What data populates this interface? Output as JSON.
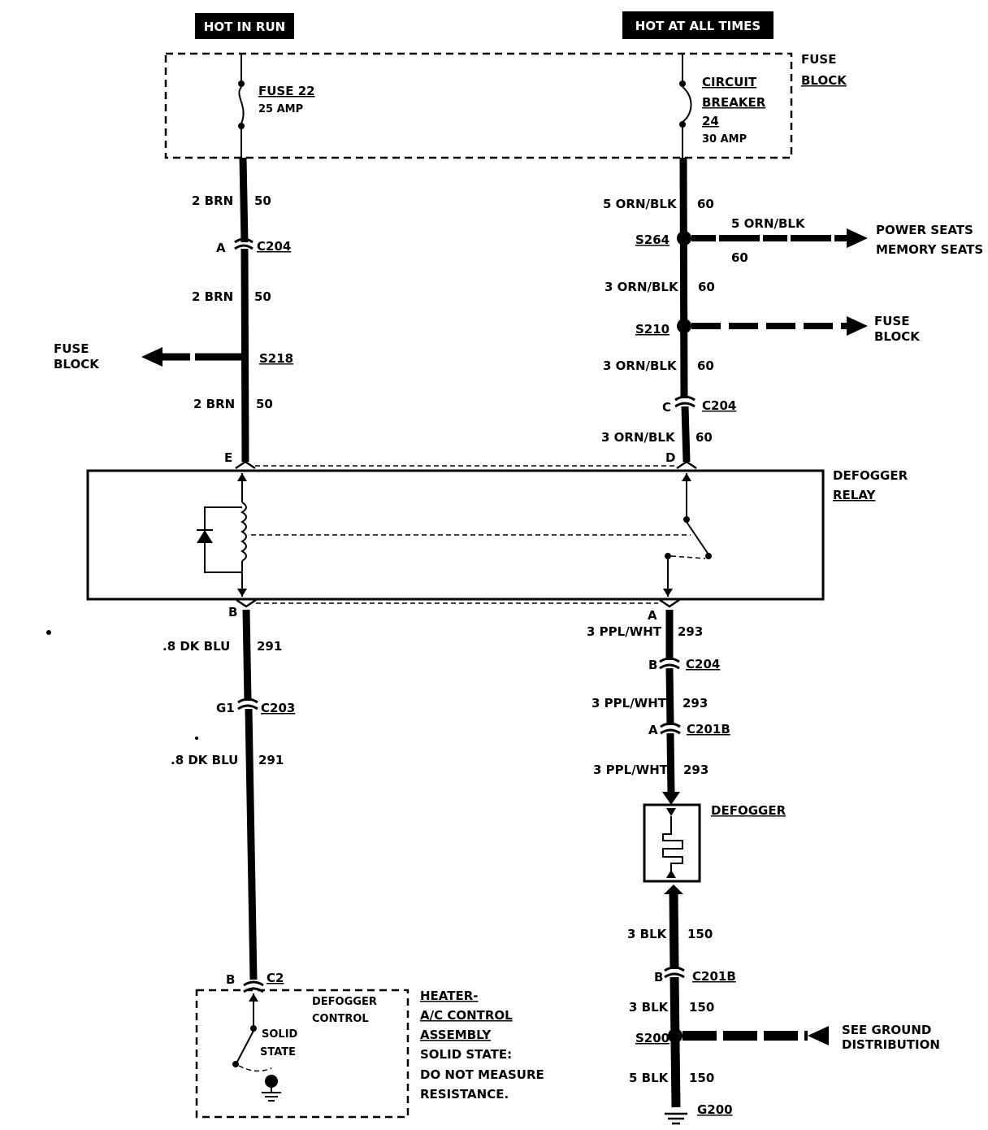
{
  "supply": {
    "hot_in_run": "HOT IN RUN",
    "hot_at_all_times": "HOT AT ALL TIMES"
  },
  "fuse_block": {
    "label1": "FUSE",
    "label2": "BLOCK",
    "fuse_name": "FUSE 22",
    "fuse_rating": "25 AMP",
    "cb_line1": "CIRCUIT",
    "cb_line2": "BREAKER",
    "cb_line3": "24",
    "cb_rating": "30 AMP"
  },
  "left_circuit": {
    "seg1_wire": "2 BRN",
    "seg1_num": "50",
    "c204_pin": "A",
    "c204": "C204",
    "seg2_wire": "2 BRN",
    "seg2_num": "50",
    "splice": "S218",
    "branch_line1": "FUSE",
    "branch_line2": "BLOCK",
    "seg3_wire": "2 BRN",
    "seg3_num": "50",
    "relay_pin_top": "E",
    "relay_pin_bottom": "B",
    "seg4_wire": ".8 DK BLU",
    "seg4_num": "291",
    "c203_pin": "G1",
    "c203": "C203",
    "seg5_wire": ".8 DK BLU",
    "seg5_num": "291",
    "c2_pin": "B",
    "c2": "C2"
  },
  "right_circuit": {
    "seg1_wire": "5 ORN/BLK",
    "seg1_num": "60",
    "s264": "S264",
    "branch1_wire": "5 ORN/BLK",
    "branch1_num": "60",
    "branch1_line1": "POWER SEATS",
    "branch1_line2": "MEMORY SEATS",
    "seg2_wire": "3 ORN/BLK",
    "seg2_num": "60",
    "s210": "S210",
    "branch2_line1": "FUSE",
    "branch2_line2": "BLOCK",
    "seg3_wire": "3 ORN/BLK",
    "seg3_num": "60",
    "c204_pin": "C",
    "c204": "C204",
    "seg4_wire": "3 ORN/BLK",
    "seg4_num": "60",
    "relay_pin_top": "D",
    "relay_pin_bottom": "A",
    "seg5_wire": "3 PPL/WHT",
    "seg5_num": "293",
    "c204b_pin": "B",
    "c204b": "C204",
    "seg6_wire": "3 PPL/WHT",
    "seg6_num": "293",
    "c201b_pin": "A",
    "c201b": "C201B",
    "seg7_wire": "3 PPL/WHT",
    "seg7_num": "293",
    "defogger": "DEFOGGER",
    "seg8_wire": "3 BLK",
    "seg8_num": "150",
    "c201b2_pin": "B",
    "c201b2": "C201B",
    "seg9_wire": "3 BLK",
    "seg9_num": "150",
    "s200": "S200",
    "ground_line1": "SEE GROUND",
    "ground_line2": "DISTRIBUTION",
    "seg10_wire": "5 BLK",
    "seg10_num": "150",
    "g200": "G200"
  },
  "relay": {
    "line1": "DEFOGGER",
    "line2": "RELAY"
  },
  "control": {
    "line1": "DEFOGGER",
    "line2": "CONTROL",
    "solid1": "SOLID",
    "solid2": "STATE",
    "heater1": "HEATER-",
    "heater2": "A/C CONTROL",
    "heater3": "ASSEMBLY",
    "note1": "SOLID STATE:",
    "note2": "DO NOT MEASURE",
    "note3": "RESISTANCE."
  }
}
